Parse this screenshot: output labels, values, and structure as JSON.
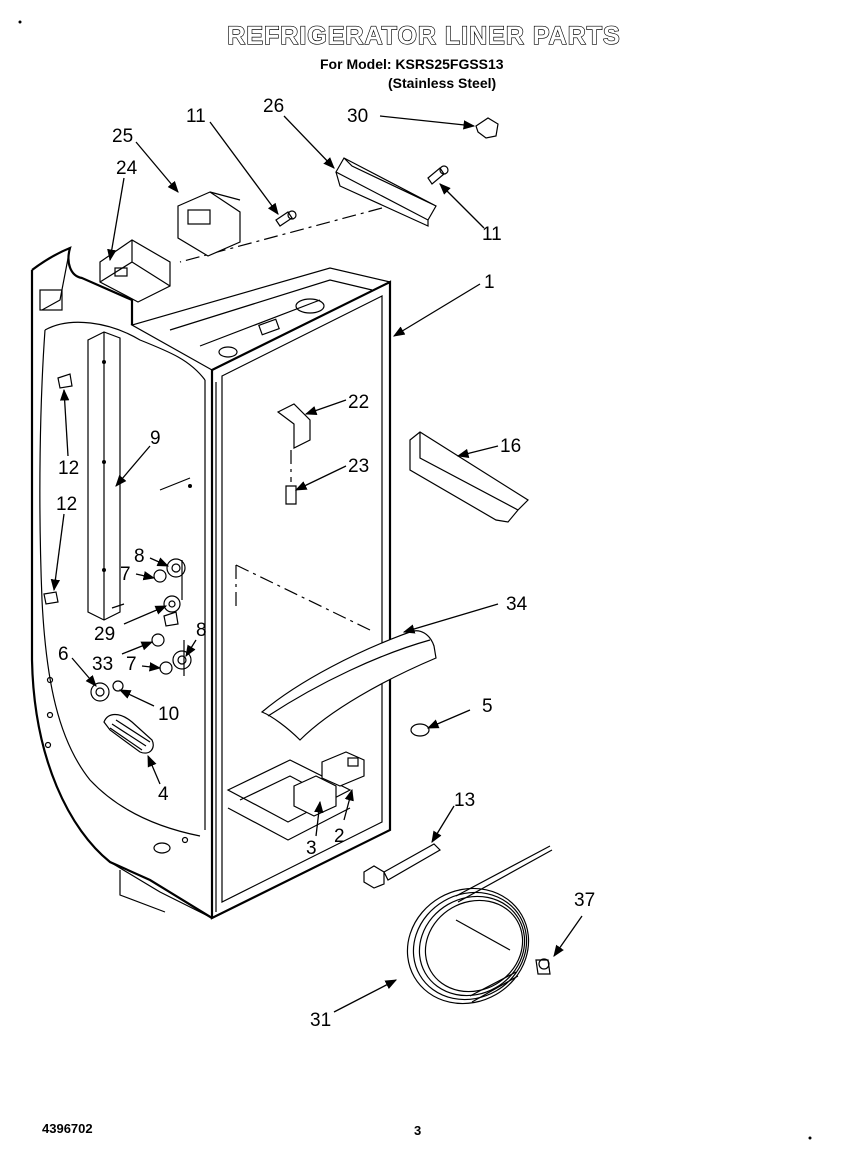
{
  "header": {
    "title": "REFRIGERATOR LINER PARTS",
    "model_line": "For Model: KSRS25FGSS13",
    "variant_line": "(Stainless Steel)"
  },
  "footer": {
    "doc_number": "4396702",
    "page_number": "3"
  },
  "callouts": {
    "c30": "30",
    "c26": "26",
    "c11a": "11",
    "c25": "25",
    "c24": "24",
    "c11b": "11",
    "c1": "1",
    "c22": "22",
    "c16": "16",
    "c23": "23",
    "c9": "9",
    "c12a": "12",
    "c12b": "12",
    "c8a": "8",
    "c7a": "7",
    "c29": "29",
    "c8b": "8",
    "c6": "6",
    "c33": "33",
    "c7b": "7",
    "c10": "10",
    "c34": "34",
    "c5": "5",
    "c4": "4",
    "c13": "13",
    "c3": "3",
    "c2": "2",
    "c37": "37",
    "c31": "31"
  }
}
